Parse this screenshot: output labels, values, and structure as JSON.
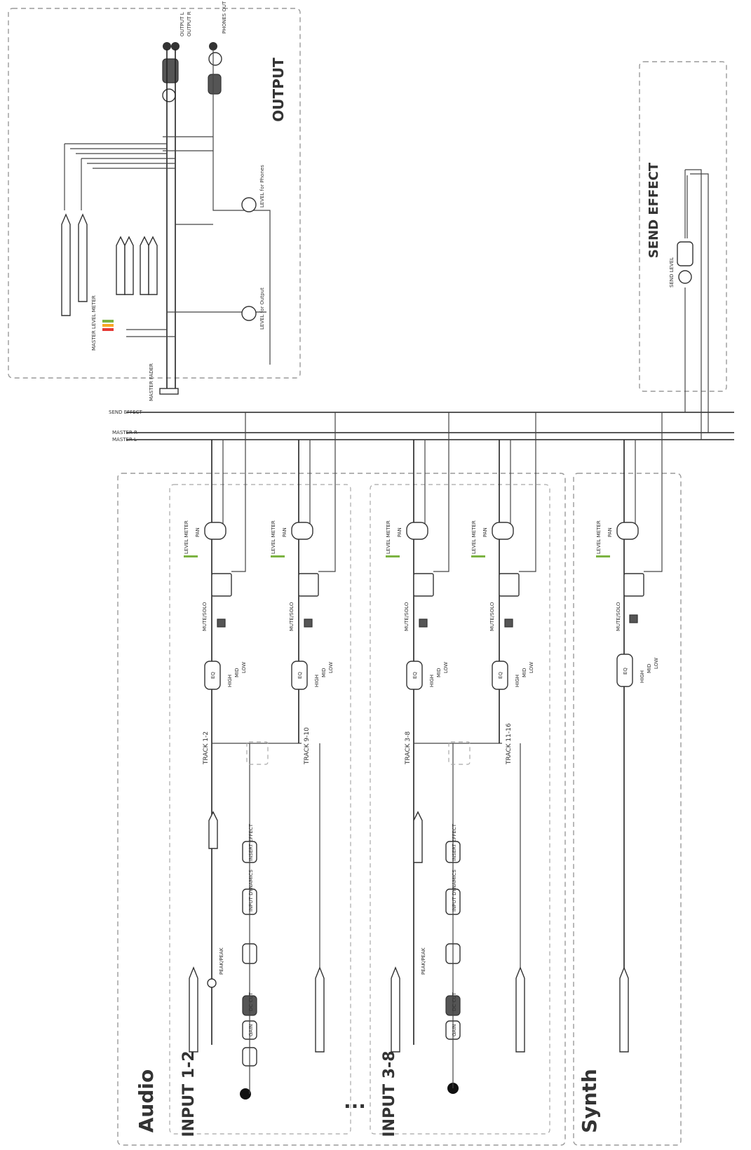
{
  "sections": {
    "output": "OUTPUT",
    "send_effect": "SEND EFFECT",
    "audio": "Audio",
    "synth": "Synth",
    "input_1_2": "INPUT 1-2",
    "input_3_8": "INPUT 3-8",
    "ellipsis": "..."
  },
  "tracks": {
    "t1": "TRACK 1-2",
    "t2": "TRACK 9-10",
    "t3": "TRACK 3-8",
    "t4": "TRACK 11-16"
  },
  "labels": {
    "pan": "PAN",
    "level_meter": "LEVEL METER",
    "mute_solo": "MUTE/SOLO",
    "eq": "EQ",
    "low": "LOW",
    "mid": "MID",
    "high": "HIGH",
    "peak": "PEAK/PEAK",
    "gain": "GAIN",
    "dc_cut": "DC CUT",
    "input_dynamics": "INPUT DYNAMICS",
    "insert_effect": "INSERT EFFECT",
    "send_level": "SEND LEVEL",
    "send_effect_block": "SEND EFFECT",
    "master_fader": "MASTER FADER",
    "master_level_meter": "MASTER LEVEL METER",
    "output_l": "OUTPUT L",
    "output_r": "OUTPUT R",
    "phones": "PHONES OUT",
    "level_output": "LEVEL for Output",
    "level_phones": "LEVEL for Phones",
    "bus_master_l": "MASTER L",
    "bus_master_r": "MASTER R",
    "bus_send": "SEND EFFECT"
  }
}
